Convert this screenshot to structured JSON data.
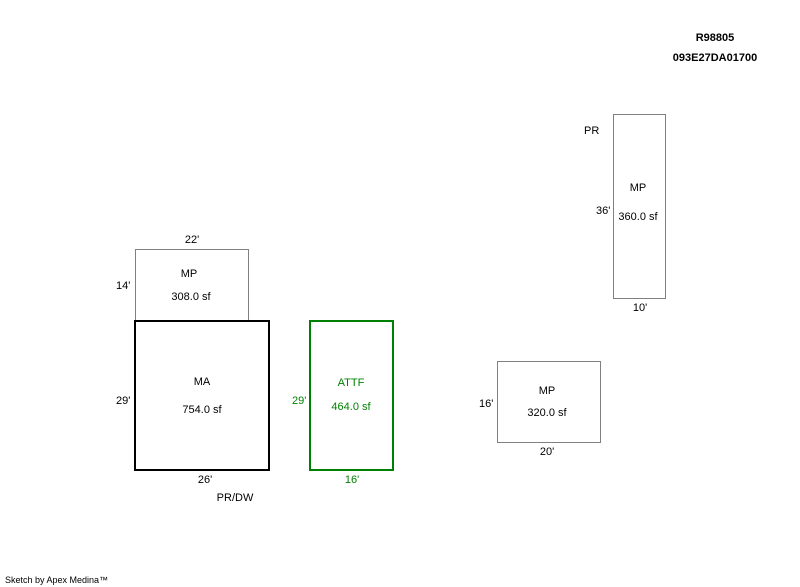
{
  "header": {
    "parcel_id": "R98805",
    "map_number": "093E27DA01700"
  },
  "areas": [
    {
      "code": "MP",
      "area": "308.0 sf",
      "width": "22'",
      "depth": "14'"
    },
    {
      "code": "MA",
      "area": "754.0 sf",
      "width": "26'",
      "depth": "29'"
    },
    {
      "code": "ATTF",
      "area": "464.0 sf",
      "width": "16'",
      "depth": "29'"
    },
    {
      "code": "MP",
      "area": "360.0 sf",
      "width": "10'",
      "depth": "36'"
    },
    {
      "code": "MP",
      "area": "320.0 sf",
      "width": "20'",
      "depth": "16'"
    }
  ],
  "annotations": {
    "pr_dw": "PR/DW",
    "pr": "PR"
  },
  "footer": {
    "credit": "Sketch by Apex Medina™"
  },
  "colors": {
    "mp": "#808080",
    "ma": "#000000",
    "attf": "#008000"
  }
}
